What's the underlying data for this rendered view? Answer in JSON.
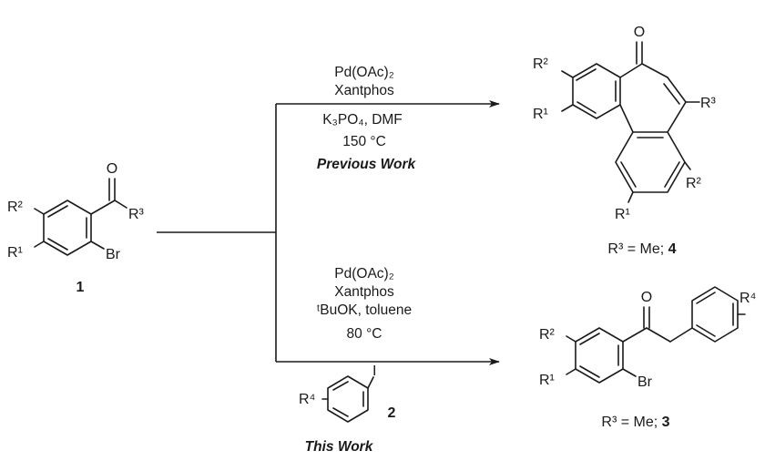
{
  "compound_1": {
    "number": "1",
    "substituents": {
      "r1": "R¹",
      "r2": "R²",
      "r3": "R³",
      "br": "Br",
      "o": "O"
    }
  },
  "compound_2": {
    "number": "2",
    "substituents": {
      "r4": "R⁴",
      "i": "I"
    }
  },
  "compound_3": {
    "substituents": {
      "r1": "R¹",
      "r2": "R²",
      "r4": "R⁴",
      "br": "Br",
      "o": "O"
    },
    "caption": {
      "prefix": "R³ = Me; ",
      "number": "3"
    }
  },
  "compound_4": {
    "substituents": {
      "r1": "R¹",
      "r2": "R²",
      "r3": "R³",
      "o": "O"
    },
    "caption": {
      "prefix": "R³ = Me; ",
      "number": "4"
    }
  },
  "previous_work": {
    "conditions": [
      "Pd(OAc)₂",
      "Xantphos",
      "K₃PO₄, DMF",
      "150 °C"
    ],
    "title": "Previous Work"
  },
  "this_work": {
    "conditions": [
      "Pd(OAc)₂",
      "Xantphos",
      "ᵗBuOK, toluene",
      "80 °C"
    ],
    "title": "This Work"
  }
}
